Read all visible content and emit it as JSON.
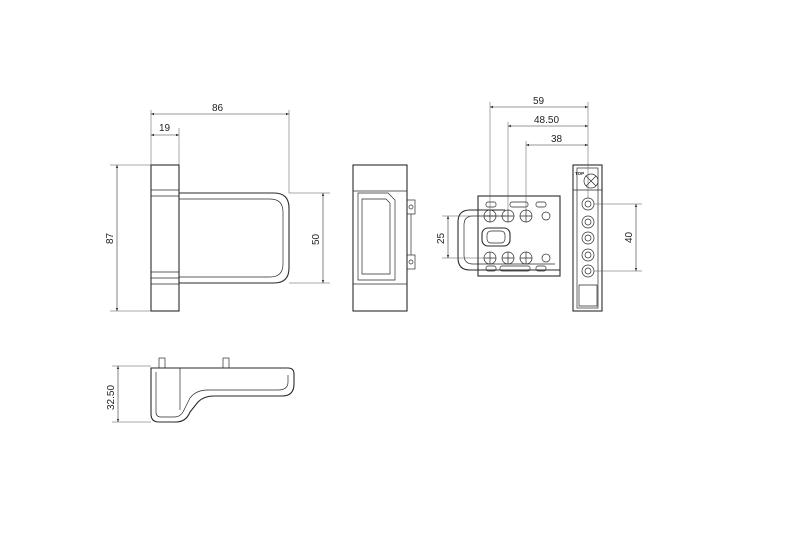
{
  "dimensions": {
    "front_width": "86",
    "front_offset": "19",
    "front_height": "87",
    "front_inner_height": "50",
    "bottom_depth": "32.50",
    "right_width_59": "59",
    "right_width_4850": "48.50",
    "right_width_38": "38",
    "right_height_25": "25",
    "right_height_40": "40"
  },
  "labels": {
    "top_mark": "TOP"
  },
  "colors": {
    "line": "#2a2a2a",
    "background": "#ffffff"
  }
}
